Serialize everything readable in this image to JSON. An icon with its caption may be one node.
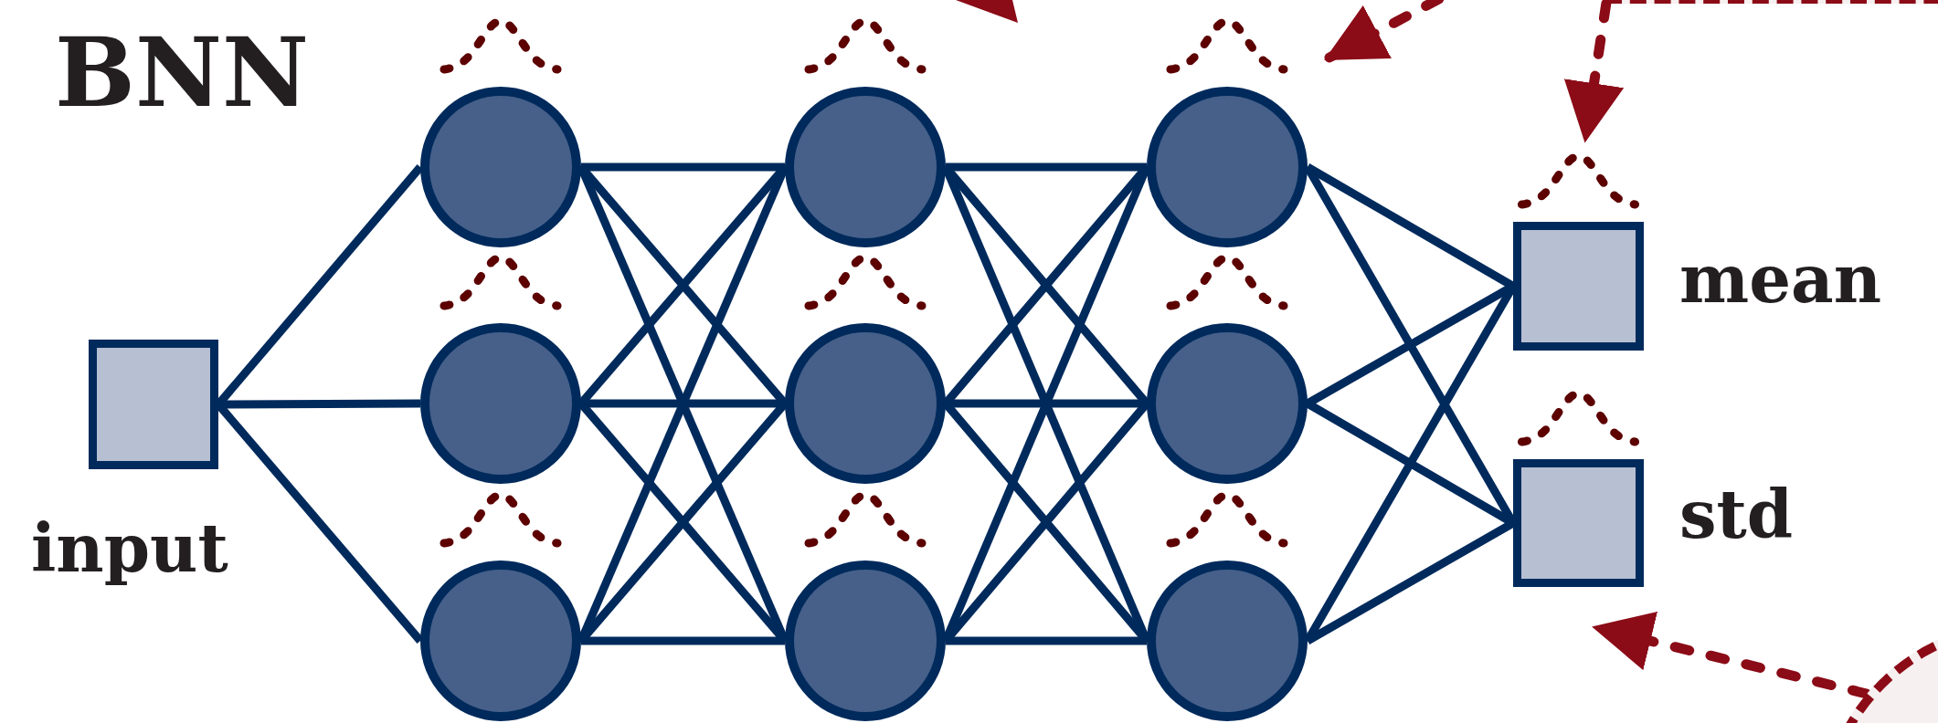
{
  "diagram": {
    "title": "BNN",
    "nodes": [
      {
        "text": [
          "input"
        ]
      },
      {
        "text": [],
        "shape": "circle"
      },
      {
        "text": [],
        "shape": "circle"
      },
      {
        "text": [],
        "shape": "circle"
      },
      {
        "text": [],
        "shape": "circle"
      },
      {
        "text": [],
        "shape": "circle"
      },
      {
        "text": [],
        "shape": "circle"
      },
      {
        "text": [],
        "shape": "circle"
      },
      {
        "text": [],
        "shape": "circle"
      },
      {
        "text": [],
        "shape": "circle"
      },
      {
        "text": [
          "mean"
        ]
      },
      {
        "text": [
          "std"
        ]
      },
      {
        "text": [],
        "shape": "box"
      },
      {
        "text": [],
        "shape": "circle"
      }
    ],
    "edges": [
      {
        "from": 0,
        "to": 1,
        "arrow": "none"
      },
      {
        "from": 0,
        "to": 2,
        "arrow": "none"
      },
      {
        "from": 0,
        "to": 3,
        "arrow": "none"
      },
      {
        "from": 1,
        "to": 4,
        "arrow": "none"
      },
      {
        "from": 1,
        "to": 5,
        "arrow": "none"
      },
      {
        "from": 1,
        "to": 6,
        "arrow": "none"
      },
      {
        "from": 2,
        "to": 4,
        "arrow": "none"
      },
      {
        "from": 2,
        "to": 5,
        "arrow": "none"
      },
      {
        "from": 2,
        "to": 6,
        "arrow": "none"
      },
      {
        "from": 3,
        "to": 4,
        "arrow": "none"
      },
      {
        "from": 3,
        "to": 5,
        "arrow": "none"
      },
      {
        "from": 3,
        "to": 6,
        "arrow": "none"
      },
      {
        "from": 4,
        "to": 7,
        "arrow": "none"
      },
      {
        "from": 4,
        "to": 8,
        "arrow": "none"
      },
      {
        "from": 4,
        "to": 9,
        "arrow": "none"
      },
      {
        "from": 5,
        "to": 7,
        "arrow": "none"
      },
      {
        "from": 5,
        "to": 8,
        "arrow": "none"
      },
      {
        "from": 5,
        "to": 9,
        "arrow": "none"
      },
      {
        "from": 6,
        "to": 7,
        "arrow": "none"
      },
      {
        "from": 6,
        "to": 8,
        "arrow": "none"
      },
      {
        "from": 6,
        "to": 9,
        "arrow": "none"
      },
      {
        "from": 7,
        "to": 10,
        "arrow": "none"
      },
      {
        "from": 7,
        "to": 11,
        "arrow": "none"
      },
      {
        "from": 8,
        "to": 10,
        "arrow": "none"
      },
      {
        "from": 8,
        "to": 11,
        "arrow": "none"
      },
      {
        "from": 9,
        "to": 10,
        "arrow": "none"
      },
      {
        "from": 9,
        "to": 11,
        "arrow": "none"
      },
      {
        "from": 12,
        "to": 10,
        "arrow": "to",
        "style": "dashed",
        "color": "#8b0b17"
      },
      {
        "from": null,
        "to": 7,
        "arrow": "to",
        "style": "dashed",
        "color": "#8b0b17"
      },
      {
        "from": 13,
        "to": 11,
        "arrow": "to",
        "style": "dashed",
        "color": "#8b0b17"
      }
    ]
  }
}
